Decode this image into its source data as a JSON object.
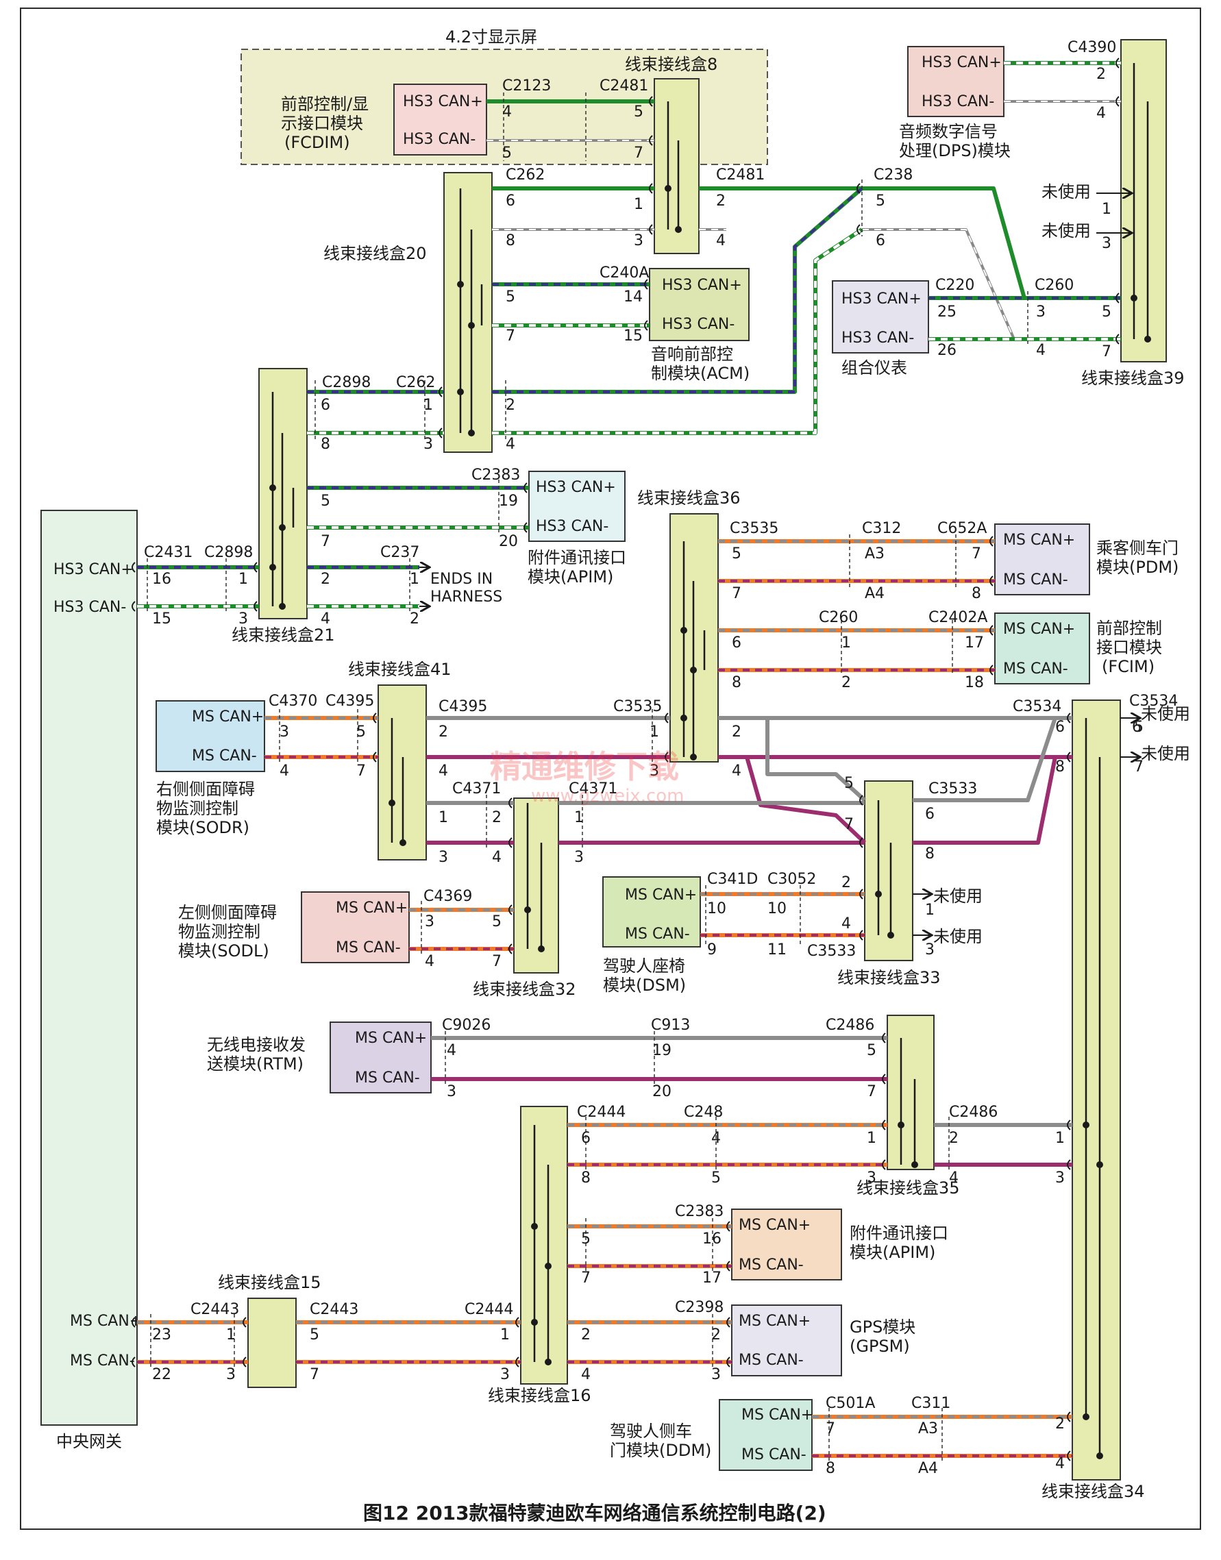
{
  "caption": "图12 2013款福特蒙迪欧车网络通信系统控制电路(2)",
  "watermark": {
    "text": "精通维修下载",
    "url": "www.gzweix.com"
  },
  "colors": {
    "border": "#2b2b2b",
    "frame_fill": "#eeeecc",
    "hs3_green": "#1e8c2a",
    "hs3_blue": "#3a2f8c",
    "hs3_white": "#ffffff",
    "ms_orange": "#f07a2a",
    "ms_gray": "#8c8c8c",
    "ms_purple": "#9c2d6e",
    "junction_box": "#e6ebb0",
    "gateway": "#e5f2e6"
  },
  "labels": {
    "display_frame": "4.2寸显示屏",
    "jb8": "线束接线盒8",
    "jb20": "线束接线盒20",
    "jb21": "线束接线盒21",
    "jb36": "线束接线盒36",
    "jb41": "线束接线盒41",
    "jb32": "线束接线盒32",
    "jb33": "线束接线盒33",
    "jb35": "线束接线盒35",
    "jb16": "线束接线盒16",
    "jb15": "线束接线盒15",
    "jb34": "线束接线盒34",
    "jb39": "线束接线盒39",
    "gateway": "中央网关",
    "ends_in_harness_1": "ENDS IN",
    "ends_in_harness_2": "HARNESS",
    "unused": "未使用"
  },
  "modules": {
    "fcdim": {
      "name": [
        "前部控制/显",
        "示接口模块",
        "(FCDIM)"
      ],
      "pins": [
        "HS3 CAN+",
        "HS3 CAN-"
      ]
    },
    "dps": {
      "name": [
        "音频数字信号",
        "处理(DPS)模块"
      ],
      "pins": [
        "HS3 CAN+",
        "HS3 CAN-"
      ]
    },
    "acm": {
      "name": [
        "音响前部控",
        "制模块(ACM)"
      ],
      "pins": [
        "HS3 CAN+",
        "HS3 CAN-"
      ]
    },
    "ipc": {
      "name": [
        "组合仪表"
      ],
      "pins": [
        "HS3 CAN+",
        "HS3 CAN-"
      ]
    },
    "apim_hs": {
      "name": [
        "附件通讯接口",
        "模块(APIM)"
      ],
      "pins": [
        "HS3 CAN+",
        "HS3 CAN-"
      ]
    },
    "pdm": {
      "name": [
        "乘客侧车门",
        "模块(PDM)"
      ],
      "pins": [
        "MS CAN+",
        "MS CAN-"
      ]
    },
    "fcim": {
      "name": [
        "前部控制",
        "接口模块",
        "(FCIM)"
      ],
      "pins": [
        "MS CAN+",
        "MS CAN-"
      ]
    },
    "sodr": {
      "name": [
        "右侧侧面障碍",
        "物监测控制",
        "模块(SODR)"
      ],
      "pins": [
        "MS CAN+",
        "MS CAN-"
      ]
    },
    "sodl": {
      "name": [
        "左侧侧面障碍",
        "物监测控制",
        "模块(SODL)"
      ],
      "pins": [
        "MS CAN+",
        "MS CAN-"
      ]
    },
    "dsm": {
      "name": [
        "驾驶人座椅",
        "模块(DSM)"
      ],
      "pins": [
        "MS CAN+",
        "MS CAN-"
      ]
    },
    "rtm": {
      "name": [
        "无线电接收发",
        "送模块(RTM)"
      ],
      "pins": [
        "MS CAN+",
        "MS CAN-"
      ]
    },
    "apim_ms": {
      "name": [
        "附件通讯接口",
        "模块(APIM)"
      ],
      "pins": [
        "MS CAN+",
        "MS CAN-"
      ]
    },
    "gpsm": {
      "name": [
        "GPS模块",
        "(GPSM)"
      ],
      "pins": [
        "MS CAN+",
        "MS CAN-"
      ]
    },
    "ddm": {
      "name": [
        "驾驶人侧车",
        "门模块(DDM)"
      ],
      "pins": [
        "MS CAN+",
        "MS CAN-"
      ]
    },
    "gateway": {
      "pins": [
        "HS3 CAN+",
        "HS3 CAN-",
        "MS CAN+",
        "MS CAN-"
      ]
    }
  },
  "connectors": {
    "c2123": "C2123",
    "c2481a": "C2481",
    "c2481b": "C2481",
    "c262a": "C262",
    "c262b": "C262",
    "c238": "C238",
    "c240a": "C240A",
    "c4390": "C4390",
    "c220": "C220",
    "c260a": "C260",
    "c2898a": "C2898",
    "c2898b": "C2898",
    "c2383a": "C2383",
    "c2431": "C2431",
    "c237": "C237",
    "c3535a": "C3535",
    "c3535b": "C3535",
    "c312": "C312",
    "c652a": "C652A",
    "c260b": "C260",
    "c2402a": "C2402A",
    "c4370": "C4370",
    "c4395a": "C4395",
    "c4395b": "C4395",
    "c3534a": "C3534",
    "c3534b": "C3534",
    "c4371a": "C4371",
    "c4371b": "C4371",
    "c3533a": "C3533",
    "c4369": "C4369",
    "c341d": "C341D",
    "c3052": "C3052",
    "c3533b": "C3533",
    "c9026": "C9026",
    "c913": "C913",
    "c2486a": "C2486",
    "c2486b": "C2486",
    "c2444a": "C2444",
    "c2444b": "C2444",
    "c248": "C248",
    "c2383b": "C2383",
    "c2398": "C2398",
    "c2443a": "C2443",
    "c2443b": "C2443",
    "c501a": "C501A",
    "c311": "C311"
  },
  "pins": {
    "fcdim": [
      "4",
      "5"
    ],
    "jb8_left": [
      "5",
      "7",
      "1",
      "3"
    ],
    "jb8_right": [
      "2",
      "4"
    ],
    "dps": [
      "2",
      "4"
    ],
    "jb39_left": [
      "1",
      "3",
      "5",
      "7"
    ],
    "c238": [
      "5",
      "6"
    ],
    "jb20_top": [
      "6",
      "8"
    ],
    "jb20_mid": [
      "5",
      "7"
    ],
    "acm": [
      "14",
      "15"
    ],
    "jb20_bot": [
      "2",
      "4"
    ],
    "c262b": [
      "1",
      "3"
    ],
    "ipc": [
      "25",
      "26"
    ],
    "c260a": [
      "3",
      "4"
    ],
    "jb21_top": [
      "6",
      "8"
    ],
    "jb21_mid": [
      "5",
      "7"
    ],
    "apim_hs": [
      "19",
      "20"
    ],
    "jb21_left": [
      "1",
      "3"
    ],
    "jb21_bot": [
      "2",
      "4"
    ],
    "c237": [
      "1",
      "2"
    ],
    "gw_hs": [
      "16",
      "15"
    ],
    "jb36_top": [
      "5",
      "7"
    ],
    "c312": [
      "A3",
      "A4"
    ],
    "pdm": [
      "7",
      "8"
    ],
    "jb36_mid": [
      "6",
      "8"
    ],
    "c260b": [
      "1",
      "2"
    ],
    "fcim": [
      "17",
      "18"
    ],
    "jb36_left": [
      "1",
      "3"
    ],
    "jb36_bot": [
      "2",
      "4"
    ],
    "sodr": [
      "3",
      "4"
    ],
    "jb41_left": [
      "5",
      "7"
    ],
    "jb41_right": [
      "2",
      "4"
    ],
    "jb41_bot": [
      "1",
      "3"
    ],
    "jb32_top": [
      "2",
      "4"
    ],
    "jb32_right": [
      "1",
      "3"
    ],
    "sodl": [
      "3",
      "4"
    ],
    "jb32_bot": [
      "5",
      "7"
    ],
    "jb33_left": [
      "5",
      "7"
    ],
    "jb33_right": [
      "6",
      "8"
    ],
    "jb33_unused": [
      "1",
      "3"
    ],
    "jb33_dsm": [
      "2",
      "4"
    ],
    "dsm": [
      "10",
      "9"
    ],
    "c3052": [
      "10",
      "11"
    ],
    "jb34_top": [
      "6",
      "8"
    ],
    "jb34_unused": [
      "5",
      "7"
    ],
    "jb34_mid": [
      "1",
      "3"
    ],
    "jb34_bot": [
      "2",
      "4"
    ],
    "rtm": [
      "4",
      "3"
    ],
    "c913": [
      "19",
      "20"
    ],
    "jb35_left": [
      "5",
      "7",
      "1",
      "3"
    ],
    "jb35_right": [
      "2",
      "4"
    ],
    "jb16_top": [
      "6",
      "8"
    ],
    "c248": [
      "4",
      "5"
    ],
    "jb16_mid": [
      "5",
      "7"
    ],
    "apim_ms": [
      "16",
      "17"
    ],
    "jb16_left": [
      "1",
      "3"
    ],
    "jb16_bot": [
      "2",
      "4"
    ],
    "gpsm": [
      "2",
      "3"
    ],
    "gw_ms": [
      "23",
      "22"
    ],
    "jb15_left": [
      "1",
      "3"
    ],
    "jb15_right": [
      "5",
      "7"
    ],
    "ddm": [
      "7",
      "8"
    ],
    "c311": [
      "A3",
      "A4"
    ]
  }
}
